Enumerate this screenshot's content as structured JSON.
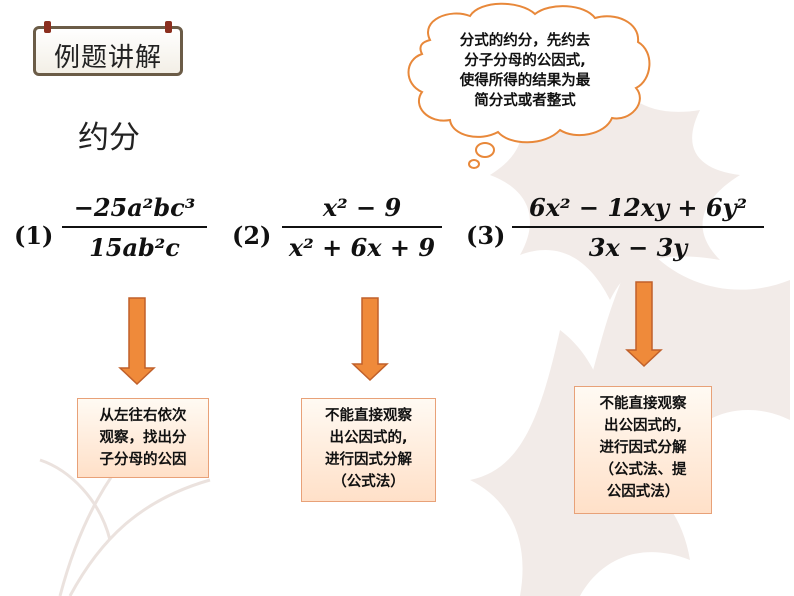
{
  "header": {
    "title": "例题讲解"
  },
  "subtitle": "约分",
  "tip": {
    "lines": [
      "分式的约分，先约去",
      "分子分母的公因式,",
      "使得所得的结果为最",
      "简分式或者整式"
    ]
  },
  "problems": [
    {
      "label": "(1)",
      "numerator": "−25a²bc³",
      "denominator": "15ab²c",
      "hint_lines": [
        "从左往右依次",
        "观察，找出分",
        "子分母的公因"
      ]
    },
    {
      "label": "(2)",
      "numerator": "x² − 9",
      "denominator": "x² + 6x + 9",
      "hint_lines": [
        "不能直接观察",
        "出公因式的,",
        "进行因式分解",
        "（公式法）"
      ]
    },
    {
      "label": "(3)",
      "numerator": "6x² − 12xy + 6y²",
      "denominator": "3x − 3y",
      "hint_lines": [
        "不能直接观察",
        "出公因式的,",
        "进行因式分解",
        "（公式法、提",
        "公因式法）"
      ]
    }
  ],
  "colors": {
    "arrow_fill": "#ef8a3a",
    "arrow_stroke": "#c0602a",
    "cloud_stroke": "#e8883a",
    "hint_border": "#e8a178",
    "title_border": "#6b5c47"
  }
}
